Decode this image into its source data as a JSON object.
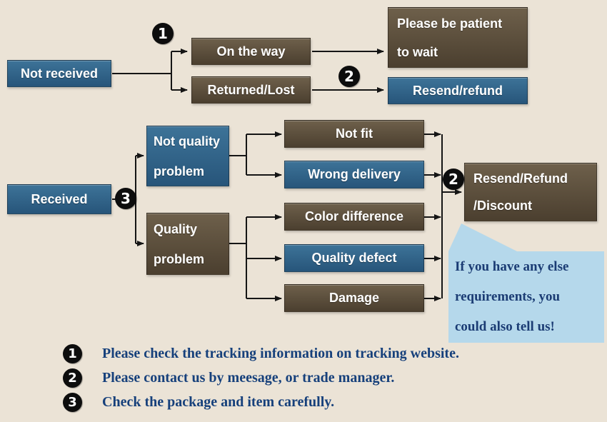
{
  "canvas": {
    "bg": "#ebe3d6"
  },
  "colors": {
    "box_blue": "#2f5f80",
    "box_brown": "#5d4f3c",
    "callout_bg": "#b5d8eb",
    "text_navy": "#16407b",
    "line_black": "#151515",
    "box_text": "#ffffff"
  },
  "nodes": [
    {
      "id": "not-received",
      "label": "Not received"
    },
    {
      "id": "on-the-way",
      "label": "On the way"
    },
    {
      "id": "please-be-patient",
      "label": "Please be patient to wait",
      "lines": [
        "Please be patient",
        "to wait"
      ]
    },
    {
      "id": "returned-lost",
      "label": "Returned/Lost"
    },
    {
      "id": "resend-refund",
      "label": "Resend/refund"
    },
    {
      "id": "received",
      "label": "Received"
    },
    {
      "id": "not-quality-problem",
      "label": "Not quality problem",
      "lines": [
        "Not quality",
        "problem"
      ]
    },
    {
      "id": "quality-problem",
      "label": "Quality problem",
      "lines": [
        "Quality",
        "problem"
      ]
    },
    {
      "id": "not-fit",
      "label": "Not fit"
    },
    {
      "id": "wrong-delivery",
      "label": "Wrong delivery"
    },
    {
      "id": "color-difference",
      "label": "Color difference"
    },
    {
      "id": "quality-defect",
      "label": "Quality defect"
    },
    {
      "id": "damage",
      "label": "Damage"
    },
    {
      "id": "resend-refund-discount",
      "label": "Resend/Refund /Discount",
      "lines": [
        "Resend/Refund",
        "/Discount"
      ]
    }
  ],
  "flow_markers": {
    "one": "1",
    "two": "2",
    "three": "3"
  },
  "callout": {
    "text": "If you have any else requirements, you could also tell us!",
    "lines": [
      "If you have any else",
      "requirements, you",
      "could also tell us!"
    ]
  },
  "legend": [
    {
      "num": "1",
      "text": "Please check the tracking information on tracking website."
    },
    {
      "num": "2",
      "text": "Please contact us by meesage, or trade manager."
    },
    {
      "num": "3",
      "text": "Check the package and item carefully."
    }
  ]
}
